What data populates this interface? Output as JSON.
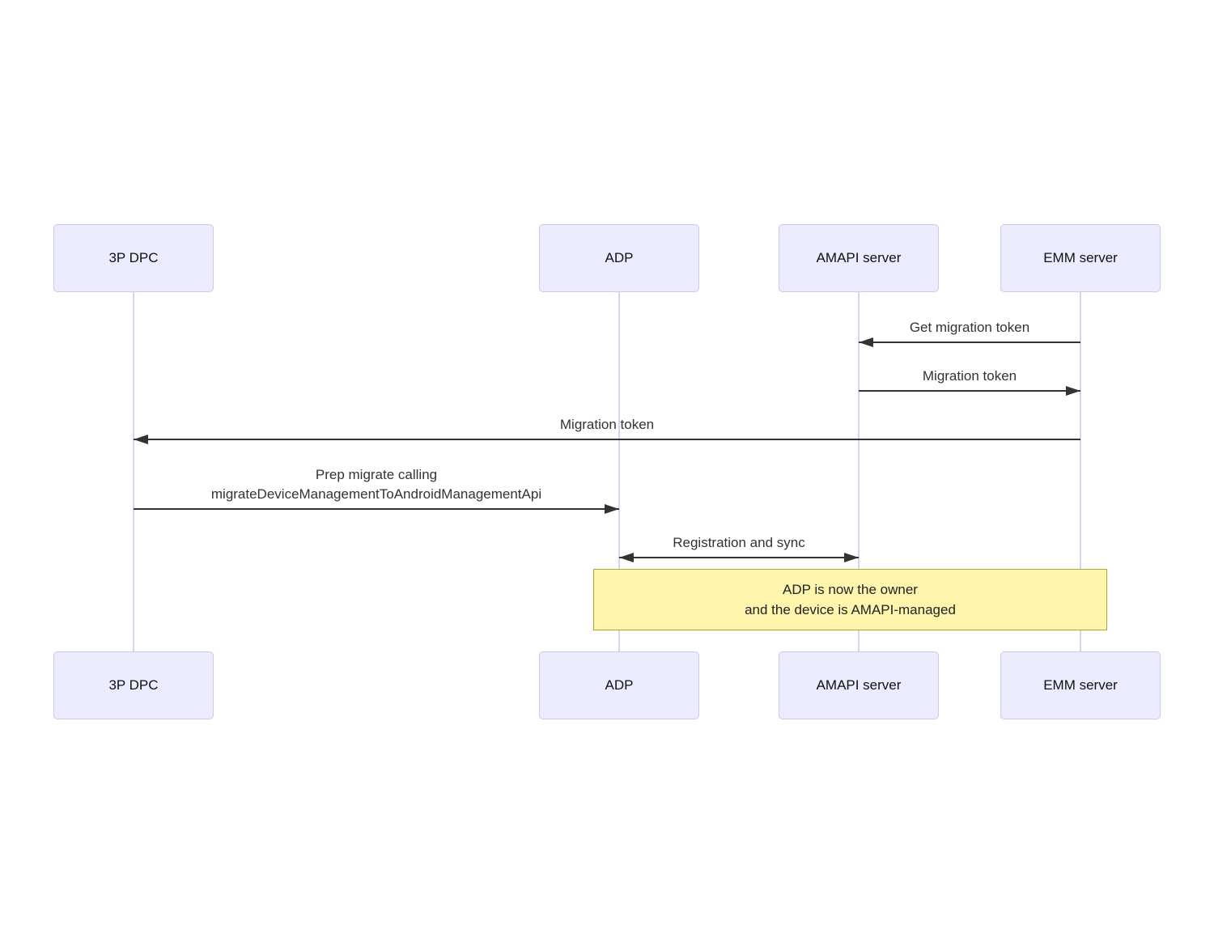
{
  "diagram": {
    "type": "sequence",
    "actors": [
      {
        "label": "3P DPC"
      },
      {
        "label": "ADP"
      },
      {
        "label": "AMAPI server"
      },
      {
        "label": "EMM server"
      }
    ],
    "messages": [
      {
        "from": "EMM server",
        "to": "AMAPI server",
        "label": "Get migration token",
        "direction": "left"
      },
      {
        "from": "AMAPI server",
        "to": "EMM server",
        "label": "Migration token",
        "direction": "right"
      },
      {
        "from": "EMM server",
        "to": "3P DPC",
        "label": "Migration token",
        "direction": "left"
      },
      {
        "from": "3P DPC",
        "to": "ADP",
        "label_lines": [
          "Prep migrate calling",
          "migrateDeviceManagementToAndroidManagementApi"
        ],
        "direction": "right"
      },
      {
        "from": "ADP",
        "to": "AMAPI server",
        "label": "Registration and sync",
        "direction": "both"
      }
    ],
    "note": {
      "lines": [
        "ADP is now the owner",
        "and the device is AMAPI-managed"
      ]
    },
    "colors": {
      "actor_fill": "#ECECFF",
      "actor_border": "#CFC9EC",
      "lifeline": "#D8D2F0",
      "arrow": "#333333",
      "message_text": "#333333",
      "note_fill": "#FFF5AD",
      "note_border": "#AAAA33",
      "background": "#FFFFFF"
    }
  }
}
